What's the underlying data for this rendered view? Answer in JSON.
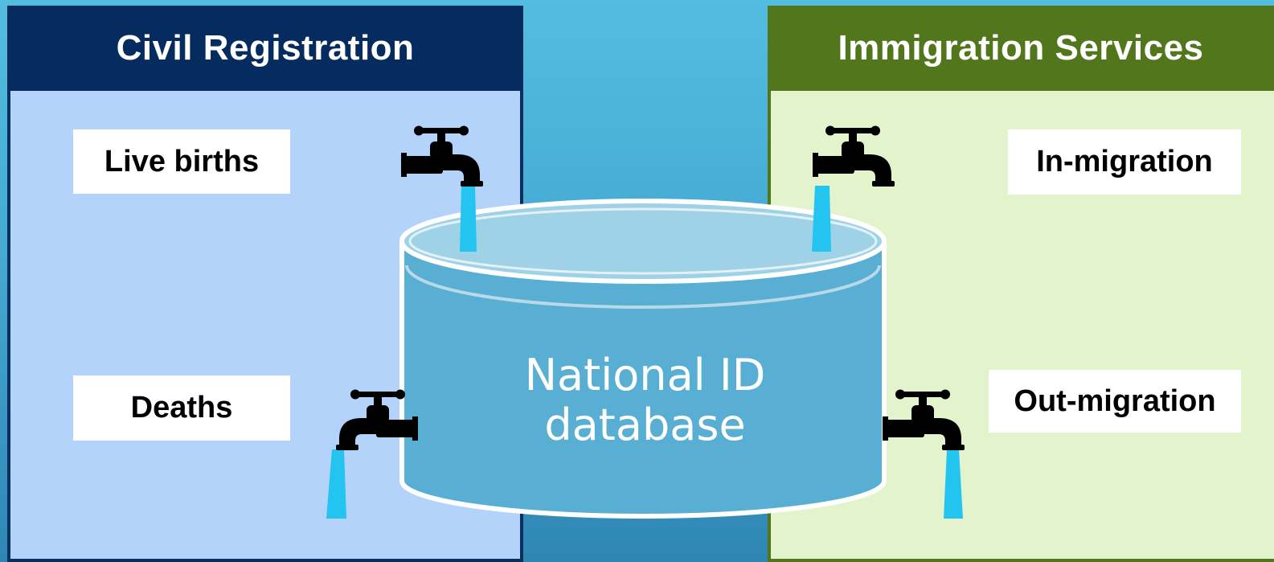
{
  "left_panel": {
    "title": "Civil Registration",
    "inputs": [
      {
        "label": "Live births",
        "icon": "faucet-icon"
      },
      {
        "label": "Deaths",
        "icon": "faucet-icon"
      }
    ]
  },
  "right_panel": {
    "title": "Immigration Services",
    "inputs": [
      {
        "label": "In-migration",
        "icon": "faucet-icon"
      },
      {
        "label": "Out-migration",
        "icon": "faucet-icon"
      }
    ]
  },
  "tank": {
    "line1": "National ID",
    "line2": "database",
    "icon": "water-tank-icon"
  },
  "colors": {
    "background": "#45a9d2",
    "left_header": "#062b5f",
    "left_panel": "#b3d3fa",
    "right_header": "#52761b",
    "right_panel": "#e3f3cb",
    "water_stream": "#23c4ef",
    "tank_body": "#58aed3"
  }
}
